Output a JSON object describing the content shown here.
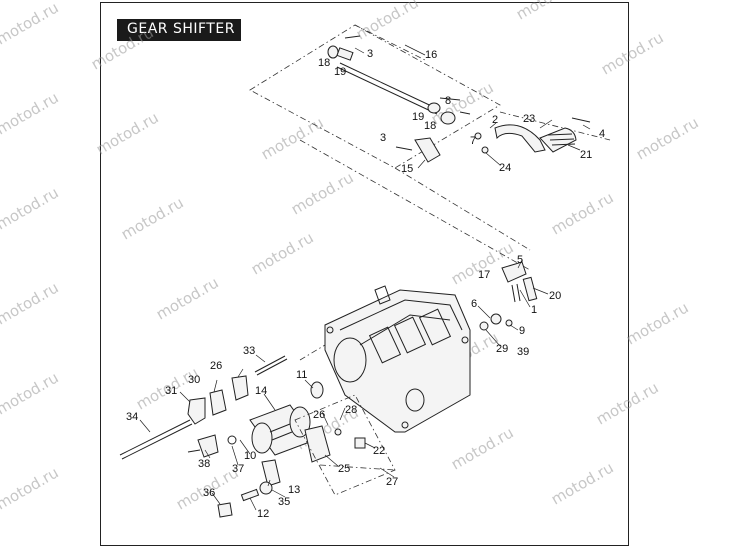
{
  "title": "GEAR SHIFTER",
  "watermark_text": "motod.ru",
  "colors": {
    "title_bg": "#1a1a1a",
    "title_fg": "#ffffff",
    "watermark": "#9a9a9a"
  },
  "callouts": {
    "c1": "1",
    "c2": "2",
    "c3a": "3",
    "c3b": "3",
    "c4": "4",
    "c5": "5",
    "c6": "6",
    "c7": "7",
    "c8": "8",
    "c9": "9",
    "c10": "10",
    "c11": "11",
    "c12": "12",
    "c13": "13",
    "c14": "14",
    "c15": "15",
    "c16": "16",
    "c17": "17",
    "c18a": "18",
    "c18b": "18",
    "c19a": "19",
    "c19b": "19",
    "c20": "20",
    "c21": "21",
    "c22": "22",
    "c23": "23",
    "c24": "24",
    "c25": "25",
    "c26a": "26",
    "c26b": "26",
    "c27": "27",
    "c28": "28",
    "c29": "29",
    "c30": "30",
    "c31": "31",
    "c33": "33",
    "c34": "34",
    "c35": "35",
    "c36": "36",
    "c37": "37",
    "c38": "38",
    "c39": "39"
  }
}
